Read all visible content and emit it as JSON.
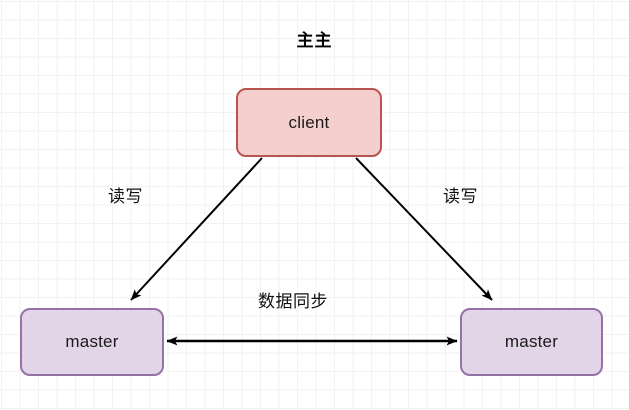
{
  "diagram": {
    "title": "主主",
    "background": {
      "grid_minor_color": "#f2f2f2",
      "grid_major_color": "#d9d9d9",
      "page_color": "#ffffff"
    },
    "nodes": [
      {
        "id": "client",
        "label": "client",
        "fill": "#f5cfcd",
        "stroke": "#b85450"
      },
      {
        "id": "master-left",
        "label": "master",
        "fill": "#e1d5e7",
        "stroke": "#9673a6"
      },
      {
        "id": "master-right",
        "label": "master",
        "fill": "#e1d5e7",
        "stroke": "#9673a6"
      }
    ],
    "edges": [
      {
        "id": "client-to-master-left",
        "label": "读写",
        "from": "client",
        "to": "master-left",
        "arrow": "single",
        "color": "#000000"
      },
      {
        "id": "client-to-master-right",
        "label": "读写",
        "from": "client",
        "to": "master-right",
        "arrow": "single",
        "color": "#000000"
      },
      {
        "id": "master-left-to-master-right",
        "label": "数据同步",
        "from": "master-left",
        "to": "master-right",
        "arrow": "double",
        "color": "#000000"
      }
    ]
  }
}
